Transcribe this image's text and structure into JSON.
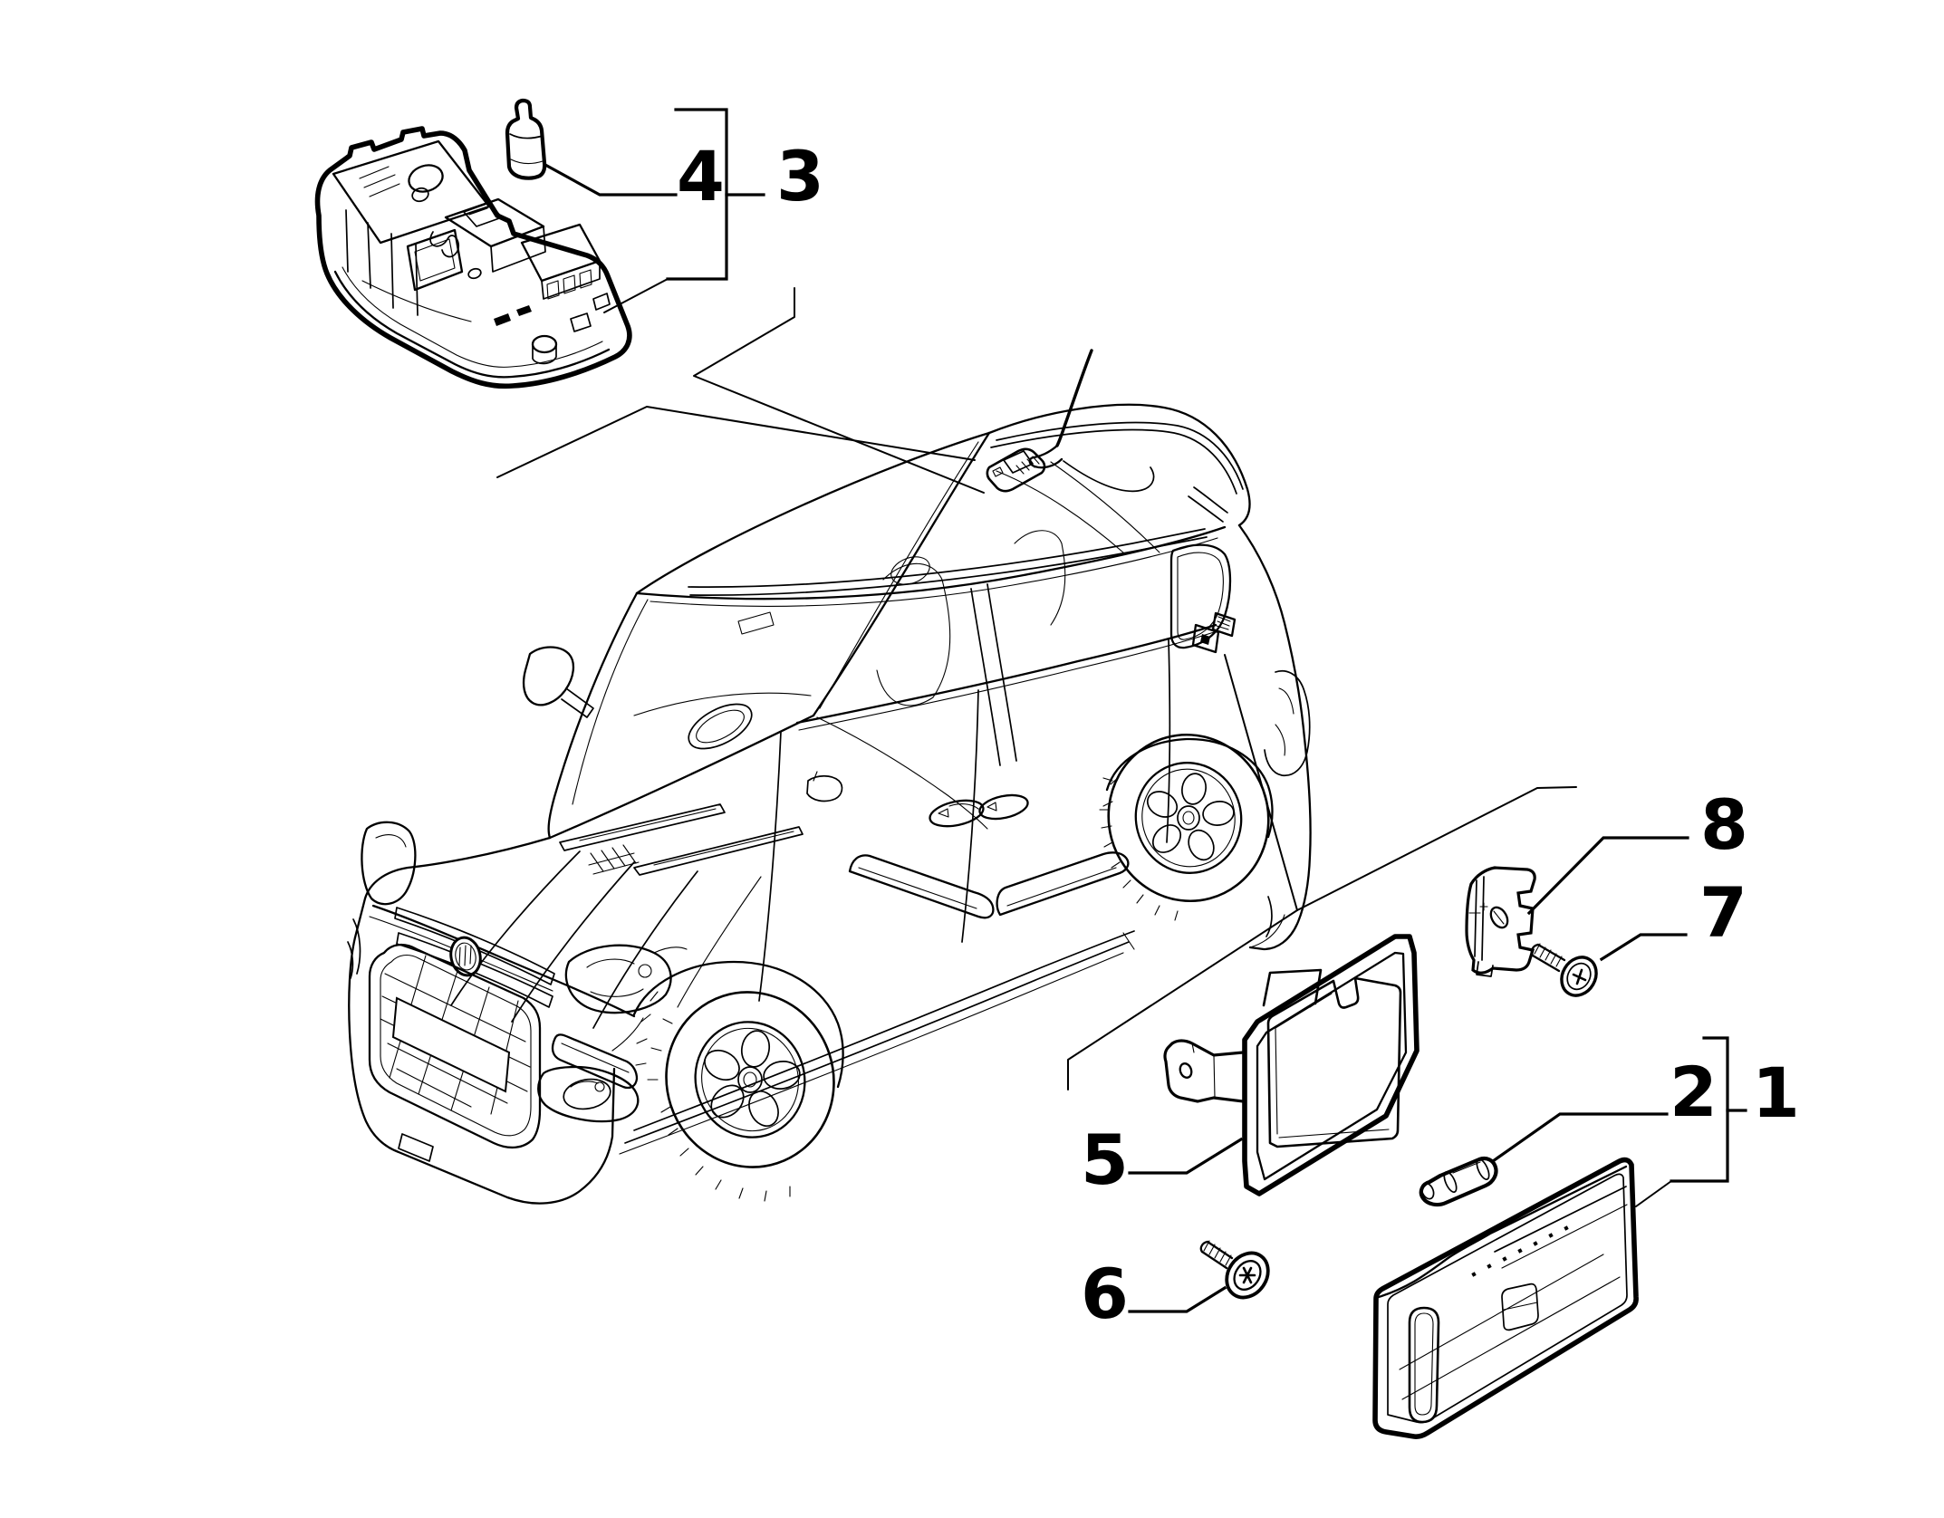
{
  "colors": {
    "background": "#ffffff",
    "ink": "#000000"
  },
  "callouts": {
    "part1": "1",
    "part2": "2",
    "part3": "3",
    "part4": "4",
    "part5": "5",
    "part6": "6",
    "part7": "7",
    "part8": "8"
  }
}
